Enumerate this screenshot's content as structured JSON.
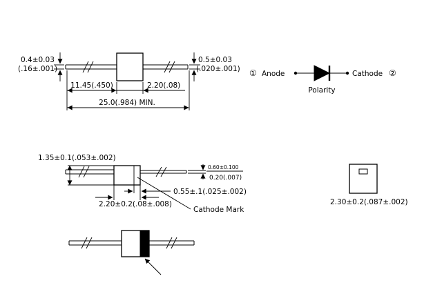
{
  "page": {
    "background": "#ffffff",
    "ink": "#000000"
  },
  "front_view": {
    "lead_dia_left": "0.4±0.03",
    "lead_dia_left_in": "(.16±.001)",
    "lead_length": "11.45(.450)",
    "body_length": "2.20(.08)",
    "lead_dia_right": "0.5±0.03",
    "lead_dia_right_in": "(.020±.001)",
    "overall_length": "25.0(.984)  MIN."
  },
  "polarity": {
    "pin1": "①",
    "anode_label": "Anode",
    "cathode_label": "Cathode",
    "pin2": "②",
    "caption": "Polarity"
  },
  "side_view": {
    "body_height": "1.35±0.1(.053±.002)",
    "mark_height": "0.60±0.100",
    "lead_thickness": "0.20(.007)",
    "mark_width": "0.55±.1(.025±.002)",
    "body_length": "2.20±0.2(.08±.008)",
    "cathode_mark_label": "Cathode Mark"
  },
  "end_view": {
    "body_width": "2.30±0.2(.087±.002)"
  }
}
